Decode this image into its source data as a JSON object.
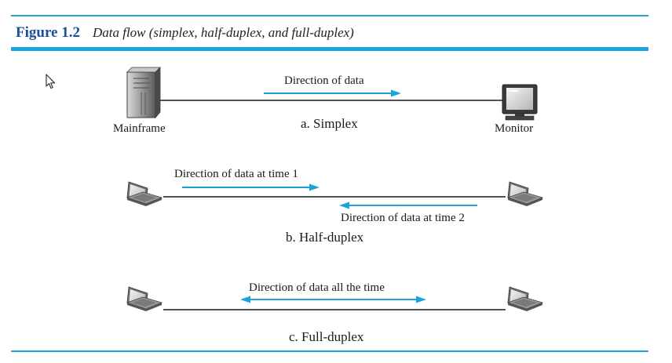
{
  "figure": {
    "number": "Figure 1.2",
    "caption": "Data flow (simplex, half-duplex, and full-duplex)"
  },
  "simplex": {
    "arrow_label": "Direction of data",
    "left_device": "Mainframe",
    "right_device": "Monitor",
    "mode_label": "a. Simplex",
    "left_icon": "mainframe-icon",
    "right_icon": "monitor-icon"
  },
  "half_duplex": {
    "arrow1_label": "Direction of data at time 1",
    "arrow2_label": "Direction of data at time 2",
    "mode_label": "b. Half-duplex",
    "left_icon": "laptop-icon",
    "right_icon": "laptop-icon"
  },
  "full_duplex": {
    "arrow_label": "Direction of data all the time",
    "mode_label": "c. Full-duplex",
    "left_icon": "laptop-icon",
    "right_icon": "laptop-icon"
  },
  "colors": {
    "accent": "#1ba3dc",
    "figure_number": "#1b4f9c",
    "arrow": "#1ba3dc",
    "line": "#1a1a1a"
  }
}
